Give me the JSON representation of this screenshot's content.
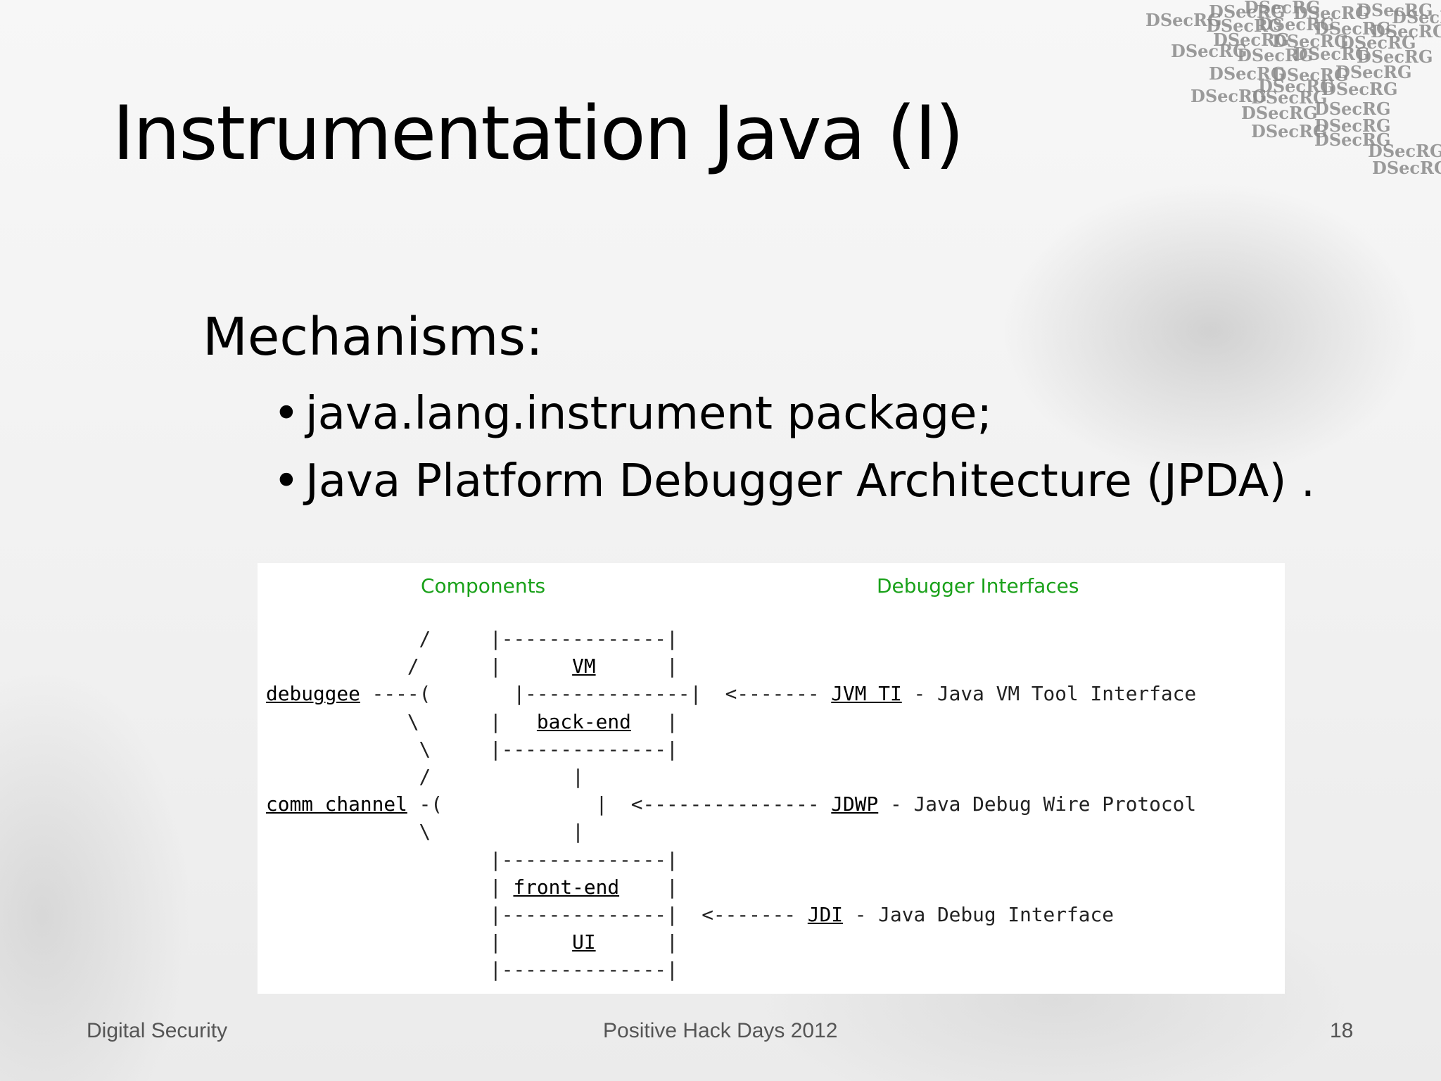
{
  "slide": {
    "title": "Instrumentation Java (I)",
    "heading": "Mechanisms:",
    "bullets": [
      "java.lang.instrument package;",
      "Java Platform Debugger Architecture (JPDA) ."
    ],
    "bullet_glyph": "•"
  },
  "watermark": {
    "text": "DSecRG"
  },
  "diagram": {
    "col_left_header": "Components",
    "col_right_header": "Debugger Interfaces",
    "accent_color": "#1aa11a",
    "components": {
      "debuggee": "debuggee",
      "vm": "VM",
      "back_end": "back-end",
      "comm_channel": "comm channel",
      "front_end": "front-end",
      "ui": "UI"
    },
    "interfaces": [
      {
        "acronym": "JVM TI",
        "desc": "Java VM Tool Interface"
      },
      {
        "acronym": "JDWP",
        "desc": "Java Debug Wire Protocol"
      },
      {
        "acronym": "JDI",
        "desc": "Java Debug Interface"
      }
    ]
  },
  "footer": {
    "left": "Digital Security",
    "center": "Positive Hack Days 2012",
    "right": "18"
  }
}
